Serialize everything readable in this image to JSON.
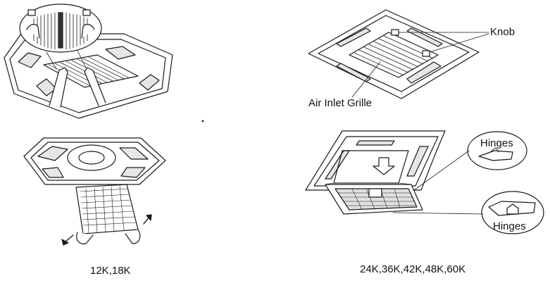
{
  "labels": {
    "knob": "Knob",
    "air_inlet_grille": "Air Inlet Grille",
    "hinges_top": "Hinges",
    "hinges_bottom": "Hinges"
  },
  "captions": {
    "left": "12K,18K",
    "right": "24K,36K,42K,48K,60K"
  },
  "colors": {
    "line": "#1a1a1a",
    "fill": "#ffffff",
    "shade": "#d9d9d9"
  }
}
